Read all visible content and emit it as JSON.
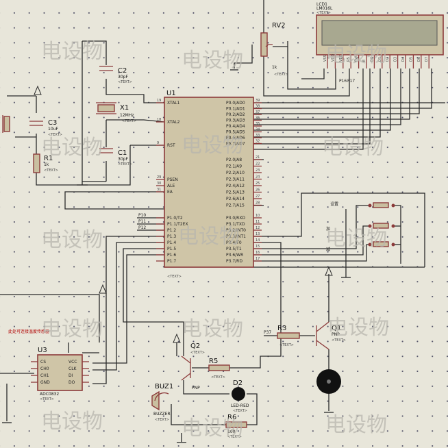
{
  "components": {
    "u1": {
      "ref": "U1",
      "text": "<TEXT>",
      "left_pins": [
        "XTAL1",
        "XTAL2",
        "RST",
        "PSEN",
        "ALE",
        "EA",
        "P1.0/T2",
        "P1.1/T2EX",
        "P1.2",
        "P1.3",
        "P1.4",
        "P1.5",
        "P1.6",
        "P1.7"
      ],
      "left_pin_numbers": [
        "19",
        "18",
        "9",
        "29",
        "30",
        "31"
      ],
      "right_pins": [
        "P0.0/AD0",
        "P0.1/AD1",
        "P0.2/AD2",
        "P0.3/AD3",
        "P0.4/AD4",
        "P0.5/AD5",
        "P0.6/AD6",
        "P0.7/AD7",
        "P2.0/A8",
        "P2.1/A9",
        "P2.2/A10",
        "P2.3/A11",
        "P2.4/A12",
        "P2.5/A13",
        "P2.6/A14",
        "P2.7/A15",
        "P3.0/RXD",
        "P3.1/TXD",
        "P3.2/INT0",
        "P3.3/INT1",
        "P3.4/T0",
        "P3.5/T1",
        "P3.6/WR",
        "P3.7/RD"
      ],
      "right_pin_numbers": [
        "39",
        "38",
        "37",
        "36",
        "35",
        "34",
        "33",
        "32",
        "21",
        "22",
        "23",
        "24",
        "25",
        "26",
        "27",
        "28",
        "10",
        "11",
        "12",
        "13",
        "14",
        "15",
        "16",
        "17"
      ]
    },
    "c2": {
      "ref": "C2",
      "value": "30pF",
      "text": "<TEXT>"
    },
    "x1": {
      "ref": "X1",
      "value": "12MHz",
      "text": "<TEXT>"
    },
    "c1": {
      "ref": "C1",
      "value": "30pF",
      "text": "<TEXT>"
    },
    "c3": {
      "ref": "C3",
      "value": "10uF",
      "text": "<TEXT>"
    },
    "r1": {
      "ref": "R1",
      "value": "1k",
      "text": "<TEXT>"
    },
    "rv2": {
      "ref": "RV2",
      "value": "1k",
      "text": "<TEXT>"
    },
    "lcd": {
      "ref": "LCD1",
      "model": "LM016L",
      "text": "<TEXT>",
      "pins": [
        "VSS",
        "VDD",
        "VEE",
        "RS",
        "RW",
        "E",
        "D0",
        "D1",
        "D2",
        "D3",
        "D4",
        "D5",
        "D6",
        "D7"
      ]
    },
    "u3": {
      "ref": "U3",
      "model": "ADC0832",
      "text": "<TEXT>",
      "left_pins": [
        "CS",
        "CH0",
        "CH1",
        "GND"
      ],
      "right_pins": [
        "VCC",
        "CLK",
        "DI",
        "DO"
      ]
    },
    "q1": {
      "ref": "Q1",
      "type": "PNP",
      "text": "<TEXT>"
    },
    "q2": {
      "ref": "Q2",
      "type": "PNP",
      "text": "<TEXT>"
    },
    "r3": {
      "ref": "R3",
      "text": "<TEXT>"
    },
    "r5": {
      "ref": "R5",
      "text": "<TEXT>"
    },
    "r6": {
      "ref": "R6",
      "value": "100",
      "text": "<TEXT>"
    },
    "d2": {
      "ref": "D2",
      "model": "LED-RED",
      "text": "<TEXT>"
    },
    "buz": {
      "ref": "BUZ1",
      "model": "BUZZER",
      "text": "<TEXT>"
    },
    "keys": {
      "k1": "设置",
      "k2": "加",
      "k3": "减"
    },
    "net_labels": {
      "p10": "P10",
      "p11": "P11",
      "p12": "P12",
      "p37": "P37",
      "p16": "P16",
      "p17": "P17"
    },
    "adc_note": "此处可连接温度传感器",
    "watermark": "电设物"
  }
}
